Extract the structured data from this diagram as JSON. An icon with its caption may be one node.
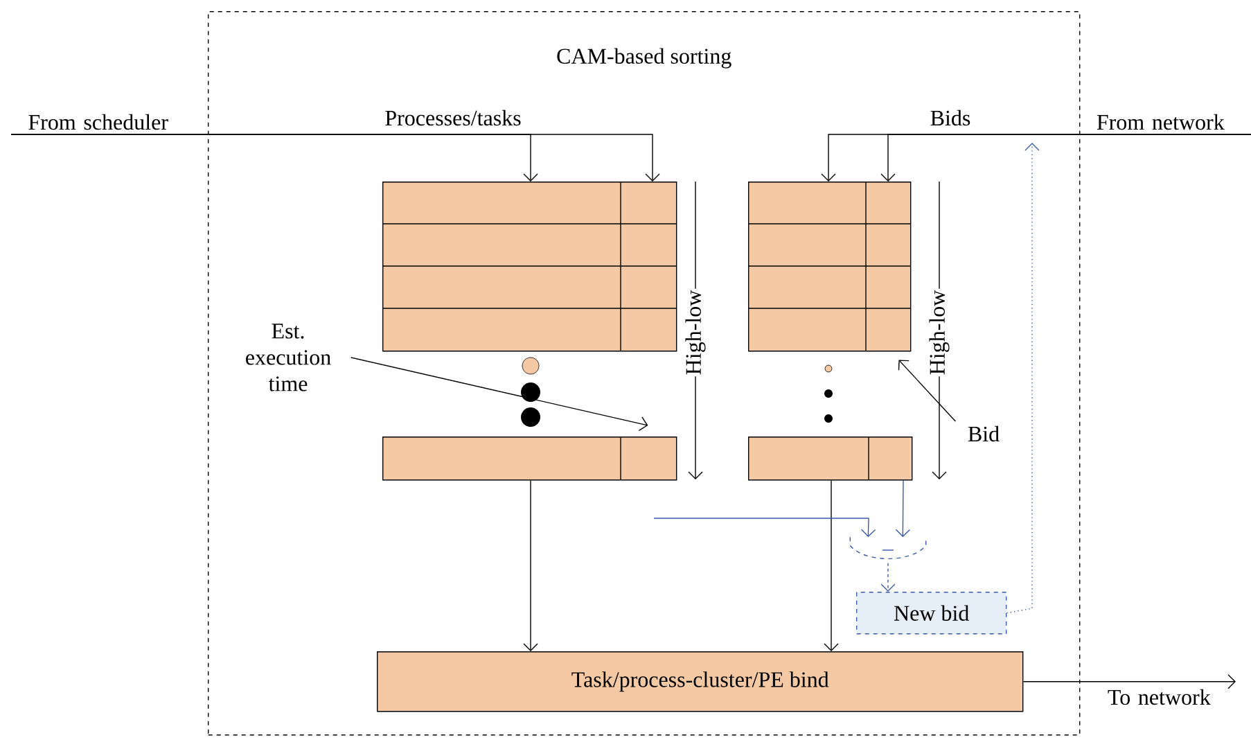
{
  "diagram": {
    "nodes": [
      {
        "text": [
          "CAM-based sorting"
        ]
      },
      {
        "text": [],
        "shape": "box",
        "in": 0
      },
      {
        "text": [],
        "shape": "box",
        "in": 0
      },
      {
        "text": [],
        "shape": "box",
        "in": 0
      },
      {
        "text": [],
        "shape": "box",
        "in": 0
      },
      {
        "text": [],
        "shape": "trapezoid",
        "in": 0
      },
      {
        "text": [
          "New bid"
        ],
        "in": 0
      },
      {
        "text": [
          "Task/process-cluster/PE bind"
        ],
        "in": 0
      },
      {
        "text": [
          "From scheduler"
        ]
      },
      {
        "text": [
          "From network"
        ]
      },
      {
        "text": [
          "To network"
        ]
      },
      {
        "text": [
          "Est. execution time"
        ],
        "in": 0
      },
      {
        "text": [
          "Bid"
        ],
        "in": 0
      }
    ],
    "edges": [
      {
        "from": 8,
        "to": 1,
        "arrow": "to",
        "label": "Processes/tasks"
      },
      {
        "from": 8,
        "to": 1,
        "arrow": "to"
      },
      {
        "from": 9,
        "to": 3,
        "arrow": "to",
        "label": "Bids"
      },
      {
        "from": 9,
        "to": 3,
        "arrow": "to"
      },
      {
        "from": 11,
        "to": 2,
        "arrow": "to"
      },
      {
        "from": 12,
        "to": 3,
        "arrow": "to"
      },
      {
        "from": 2,
        "to": 7,
        "arrow": "to"
      },
      {
        "from": 4,
        "to": 7,
        "arrow": "to"
      },
      {
        "from": 7,
        "to": 10,
        "arrow": "to"
      },
      {
        "from": 4,
        "to": 5,
        "arrow": "to",
        "color": "#3a5bb0"
      },
      {
        "from": null,
        "to": 5,
        "arrow": "to",
        "color": "#3a5bb0"
      },
      {
        "from": 5,
        "to": 6,
        "arrow": "to",
        "style": "dashed",
        "color": "#3a5bb0"
      },
      {
        "from": 6,
        "to": null,
        "arrow": "to",
        "style": "dashed",
        "color": "#3a5bb0"
      }
    ],
    "labels": [
      "High-low",
      "High-low"
    ]
  }
}
